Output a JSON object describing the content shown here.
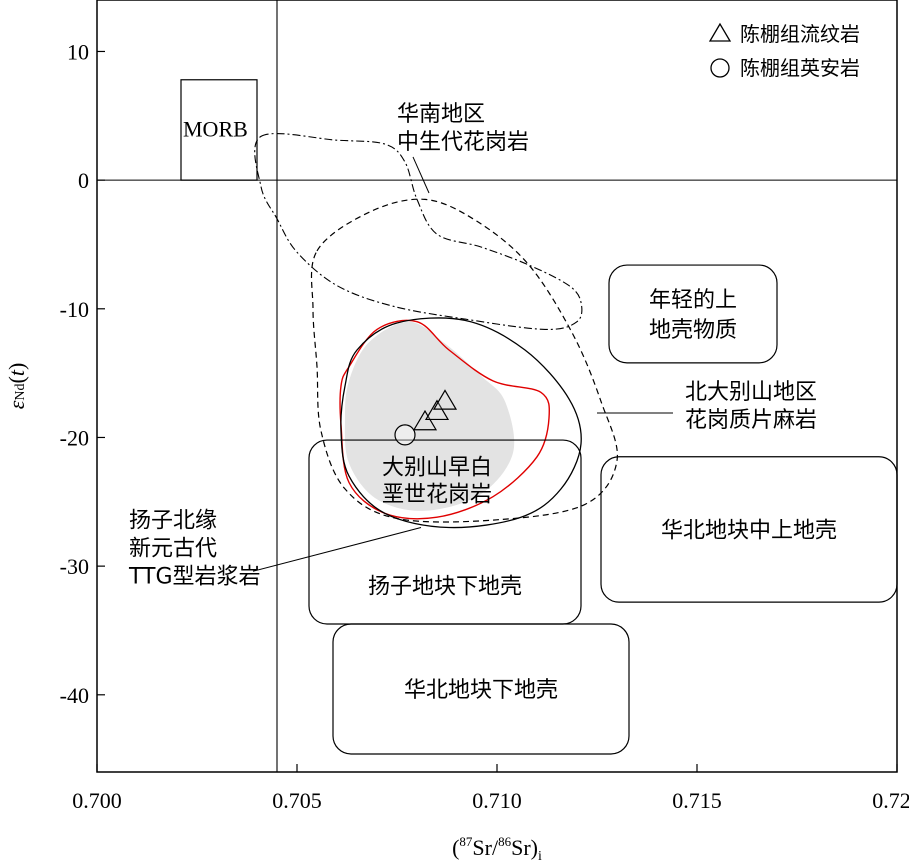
{
  "chart_data": {
    "type": "scatter",
    "xlabel_parts": [
      "(",
      "87",
      "Sr/",
      "86",
      "Sr)",
      "i"
    ],
    "ylabel_parts": [
      "ε",
      "Nd",
      "(",
      "t",
      ")"
    ],
    "xlim": [
      0.7,
      0.72
    ],
    "ylim": [
      -46,
      14
    ],
    "xticks": [
      {
        "value": 0.7,
        "label": "0.700"
      },
      {
        "value": 0.705,
        "label": "0.705"
      },
      {
        "value": 0.71,
        "label": "0.710"
      },
      {
        "value": 0.715,
        "label": "0.715"
      },
      {
        "value": 0.72,
        "label": "0.720"
      }
    ],
    "yticks": [
      {
        "value": 10,
        "label": "10"
      },
      {
        "value": 0,
        "label": "0"
      },
      {
        "value": -10,
        "label": "-10"
      },
      {
        "value": -20,
        "label": "-20"
      },
      {
        "value": -30,
        "label": "-30"
      },
      {
        "value": -40,
        "label": "-40"
      }
    ],
    "reference_lines": {
      "x": 0.7045,
      "y": 0
    },
    "legend": [
      {
        "marker": "triangle",
        "label": "陈棚组流纹岩"
      },
      {
        "marker": "circle",
        "label": "陈棚组英安岩"
      }
    ],
    "series": [
      {
        "name": "陈棚组流纹岩",
        "marker": "triangle",
        "points": [
          [
            0.7082,
            -18.8
          ],
          [
            0.7085,
            -18.0
          ],
          [
            0.7087,
            -17.2
          ]
        ]
      },
      {
        "name": "陈棚组英安岩",
        "marker": "circle",
        "points": [
          [
            0.7077,
            -19.8
          ]
        ]
      }
    ],
    "boxes": [
      {
        "id": "morb",
        "label_lines": [
          "MORB"
        ],
        "x0": 0.7021,
        "x1": 0.704,
        "y0": 0,
        "y1": 7.8,
        "rounded": false
      },
      {
        "id": "young-crust",
        "label_lines": [
          "年轻的上",
          "地壳物质"
        ],
        "x0": 0.7128,
        "x1": 0.717,
        "y0": -14.2,
        "y1": -6.6,
        "rounded": true
      },
      {
        "id": "ncc-mid-upper",
        "label_lines": [
          "华北地块中上地壳"
        ],
        "x0": 0.7126,
        "x1": 0.72,
        "y0": -32.8,
        "y1": -21.5,
        "rounded": true
      },
      {
        "id": "yangtze-lower",
        "label_lines": [
          "扬子地块下地壳"
        ],
        "x0": 0.7053,
        "x1": 0.7121,
        "y0": -34.5,
        "y1": -20.2,
        "rounded": true
      },
      {
        "id": "ncc-lower",
        "label_lines": [
          "华北地块下地壳"
        ],
        "x0": 0.7059,
        "x1": 0.7133,
        "y0": -44.6,
        "y1": -34.5,
        "rounded": true
      }
    ],
    "fields": [
      {
        "id": "dabie-early-paleozoic-granite",
        "label_lines": [
          "大别山早白",
          "垩世花岗岩"
        ],
        "style": "red-filled",
        "points": [
          [
            0.7063,
            -14.5
          ],
          [
            0.707,
            -11.6
          ],
          [
            0.708,
            -11.0
          ],
          [
            0.7088,
            -13.2
          ],
          [
            0.7099,
            -15.6
          ],
          [
            0.7111,
            -16.5
          ],
          [
            0.7113,
            -18.5
          ],
          [
            0.711,
            -21.5
          ],
          [
            0.7099,
            -24.6
          ],
          [
            0.7085,
            -26.2
          ],
          [
            0.7072,
            -25.9
          ],
          [
            0.7063,
            -23.5
          ],
          [
            0.7061,
            -19.0
          ],
          [
            0.7061,
            -16.0
          ]
        ]
      },
      {
        "id": "dabie-grey-field",
        "label_lines": [],
        "style": "grey",
        "points": [
          [
            0.7063,
            -15.6
          ],
          [
            0.7068,
            -12.6
          ],
          [
            0.7078,
            -11.0
          ],
          [
            0.7087,
            -12.7
          ],
          [
            0.7096,
            -15.2
          ],
          [
            0.7102,
            -17.2
          ],
          [
            0.7104,
            -21.2
          ],
          [
            0.7096,
            -24.4
          ],
          [
            0.7082,
            -25.7
          ],
          [
            0.707,
            -24.8
          ],
          [
            0.7063,
            -22.0
          ],
          [
            0.7062,
            -18.5
          ]
        ]
      },
      {
        "id": "yangtze-ttg",
        "label_lines": [],
        "style": "black",
        "points": [
          [
            0.7065,
            -13.2
          ],
          [
            0.7075,
            -11.1
          ],
          [
            0.7092,
            -10.9
          ],
          [
            0.7107,
            -13.2
          ],
          [
            0.7118,
            -17.0
          ],
          [
            0.7121,
            -20.5
          ],
          [
            0.7116,
            -24.0
          ],
          [
            0.7106,
            -26.2
          ],
          [
            0.7088,
            -27.0
          ],
          [
            0.7072,
            -25.9
          ],
          [
            0.7063,
            -23.0
          ],
          [
            0.7061,
            -19.5
          ],
          [
            0.7062,
            -16.0
          ]
        ]
      },
      {
        "id": "north-dabie-gneiss",
        "label_lines": [],
        "style": "dashed",
        "points": [
          [
            0.7055,
            -5.5
          ],
          [
            0.7068,
            -2.5
          ],
          [
            0.7082,
            -1.5
          ],
          [
            0.7095,
            -3.2
          ],
          [
            0.7108,
            -6.6
          ],
          [
            0.7119,
            -12.0
          ],
          [
            0.7126,
            -17.2
          ],
          [
            0.713,
            -21.8
          ],
          [
            0.7122,
            -25.2
          ],
          [
            0.71,
            -26.4
          ],
          [
            0.7075,
            -26.3
          ],
          [
            0.7062,
            -24.0
          ],
          [
            0.7056,
            -19.5
          ],
          [
            0.7055,
            -14.5
          ],
          [
            0.7054,
            -10.0
          ]
        ]
      },
      {
        "id": "south-china-mesozoic-granite",
        "label_lines": [],
        "style": "dashdot",
        "points": [
          [
            0.7041,
            3.4
          ],
          [
            0.706,
            3.1
          ],
          [
            0.7072,
            2.8
          ],
          [
            0.7077,
            1.4
          ],
          [
            0.708,
            -1.5
          ],
          [
            0.7085,
            -4.2
          ],
          [
            0.7096,
            -5.2
          ],
          [
            0.7108,
            -6.6
          ],
          [
            0.7118,
            -8.2
          ],
          [
            0.7121,
            -9.5
          ],
          [
            0.712,
            -11.0
          ],
          [
            0.7112,
            -11.6
          ],
          [
            0.7092,
            -10.8
          ],
          [
            0.7074,
            -9.8
          ],
          [
            0.706,
            -8.2
          ],
          [
            0.705,
            -5.6
          ],
          [
            0.7045,
            -3.0
          ],
          [
            0.7041,
            -0.5
          ]
        ]
      }
    ],
    "annotations": [
      {
        "id": "south-china-label",
        "lines": [
          "华南地区",
          "中生代花岗岩"
        ],
        "x": 0.7075,
        "y": 4.6,
        "pointer": [
          [
            0.7083,
            -1.0
          ],
          [
            0.7079,
            1.8
          ]
        ]
      },
      {
        "id": "north-dabie-label",
        "lines": [
          "北大别山地区",
          "花岗质片麻岩"
        ],
        "x": 0.7147,
        "y": -17.0,
        "pointer": [
          [
            0.7125,
            -18.1
          ],
          [
            0.7144,
            -18.1
          ]
        ]
      },
      {
        "id": "ttg-label",
        "lines": [
          "扬子北缘",
          "新元古代",
          "TTG型岩浆岩"
        ],
        "x": 0.7008,
        "y": -27.0,
        "pointer": [
          [
            0.7039,
            -30.4
          ],
          [
            0.7081,
            -27.0
          ]
        ]
      }
    ]
  }
}
